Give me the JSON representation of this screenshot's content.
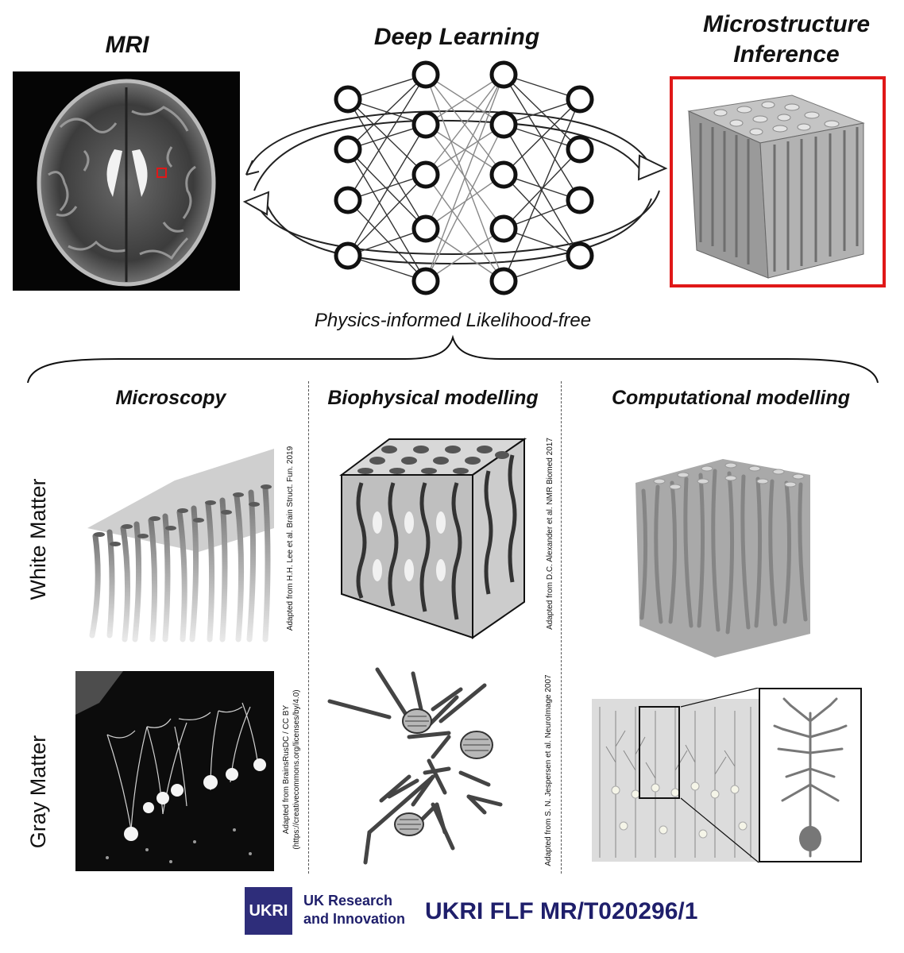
{
  "top": {
    "mri_title": "MRI",
    "dl_title": "Deep Learning",
    "inference_title_line1": "Microstructure",
    "inference_title_line2": "Inference",
    "physics_caption": "Physics-informed Likelihood-free"
  },
  "columns": {
    "microscopy": "Microscopy",
    "biophysical": "Biophysical modelling",
    "computational": "Computational modelling"
  },
  "rows": {
    "white_matter": "White Matter",
    "gray_matter": "Gray Matter"
  },
  "credits": {
    "lee": "Adapted from H.H. Lee et al. Brain Struct. Fun. 2019",
    "brainsrus_line1": "Adapted from BrainsRusDC / CC BY",
    "brainsrus_line2": "(https://creativecommons.org/licenses/by/4.0)",
    "alexander": "Adapted from D.C. Alexander et al. NMR Biomed 2017",
    "jespersen": "Adapted from S. N. Jespersen et al. NeuroImage 2007"
  },
  "footer": {
    "logo_text": "UKRI",
    "org_line1": "UK Research",
    "org_line2": "and Innovation",
    "grant": "UKRI FLF MR/T020296/1"
  },
  "colors": {
    "highlight_red": "#e01818",
    "ukri_purple": "#2e2d7a",
    "footer_text": "#1f1f6b"
  }
}
